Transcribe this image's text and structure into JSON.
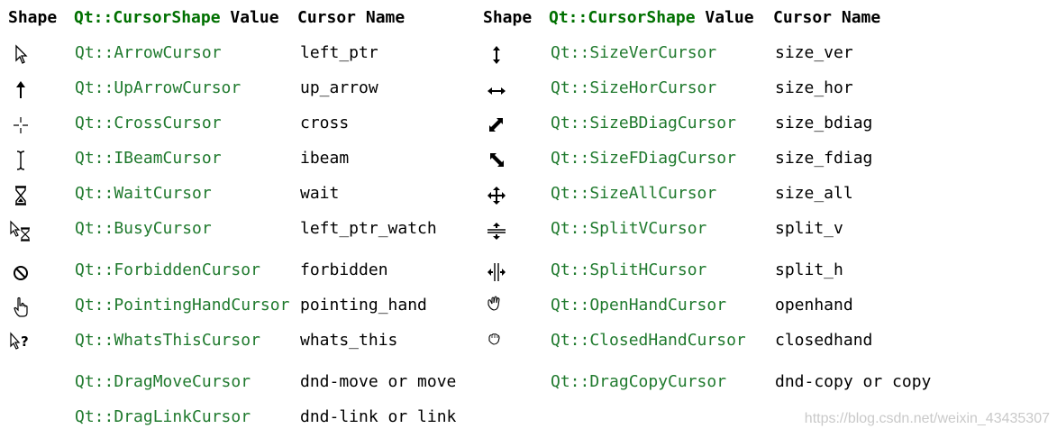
{
  "headers": {
    "shape": "Shape",
    "qt": "Qt::",
    "cursorshape": "CursorShape",
    "value": " Value",
    "cursor_name": "Cursor Name"
  },
  "left": [
    {
      "icon": "arrow-cursor-icon",
      "const": "Qt::ArrowCursor",
      "name": "left_ptr"
    },
    {
      "icon": "up-arrow-cursor-icon",
      "const": "Qt::UpArrowCursor",
      "name": "up_arrow"
    },
    {
      "icon": "cross-cursor-icon",
      "const": "Qt::CrossCursor",
      "name": "cross"
    },
    {
      "icon": "ibeam-cursor-icon",
      "const": "Qt::IBeamCursor",
      "name": "ibeam"
    },
    {
      "icon": "wait-cursor-icon",
      "const": "Qt::WaitCursor",
      "name": "wait"
    },
    {
      "icon": "busy-cursor-icon",
      "const": "Qt::BusyCursor",
      "name": "left_ptr_watch"
    },
    {
      "icon": "forbidden-cursor-icon",
      "const": "Qt::ForbiddenCursor",
      "name": "forbidden"
    },
    {
      "icon": "pointing-hand-cursor-icon",
      "const": "Qt::PointingHandCursor",
      "name": "pointing_hand"
    },
    {
      "icon": "whats-this-cursor-icon",
      "const": "Qt::WhatsThisCursor",
      "name": "whats_this"
    },
    {
      "icon": "",
      "const": "Qt::DragMoveCursor",
      "name": "dnd-move or move"
    },
    {
      "icon": "",
      "const": "Qt::DragLinkCursor",
      "name": "dnd-link or link"
    }
  ],
  "right": [
    {
      "icon": "size-ver-cursor-icon",
      "const": "Qt::SizeVerCursor",
      "name": "size_ver"
    },
    {
      "icon": "size-hor-cursor-icon",
      "const": "Qt::SizeHorCursor",
      "name": "size_hor"
    },
    {
      "icon": "size-bdiag-cursor-icon",
      "const": "Qt::SizeBDiagCursor",
      "name": "size_bdiag"
    },
    {
      "icon": "size-fdiag-cursor-icon",
      "const": "Qt::SizeFDiagCursor",
      "name": "size_fdiag"
    },
    {
      "icon": "size-all-cursor-icon",
      "const": "Qt::SizeAllCursor",
      "name": "size_all"
    },
    {
      "icon": "split-v-cursor-icon",
      "const": "Qt::SplitVCursor",
      "name": "split_v"
    },
    {
      "icon": "split-h-cursor-icon",
      "const": "Qt::SplitHCursor",
      "name": "split_h"
    },
    {
      "icon": "open-hand-cursor-icon",
      "const": "Qt::OpenHandCursor",
      "name": "openhand"
    },
    {
      "icon": "closed-hand-cursor-icon",
      "const": "Qt::ClosedHandCursor",
      "name": "closedhand"
    },
    {
      "icon": "",
      "const": "Qt::DragCopyCursor",
      "name": "dnd-copy or copy"
    }
  ],
  "watermark": "https://blog.csdn.net/weixin_43435307"
}
